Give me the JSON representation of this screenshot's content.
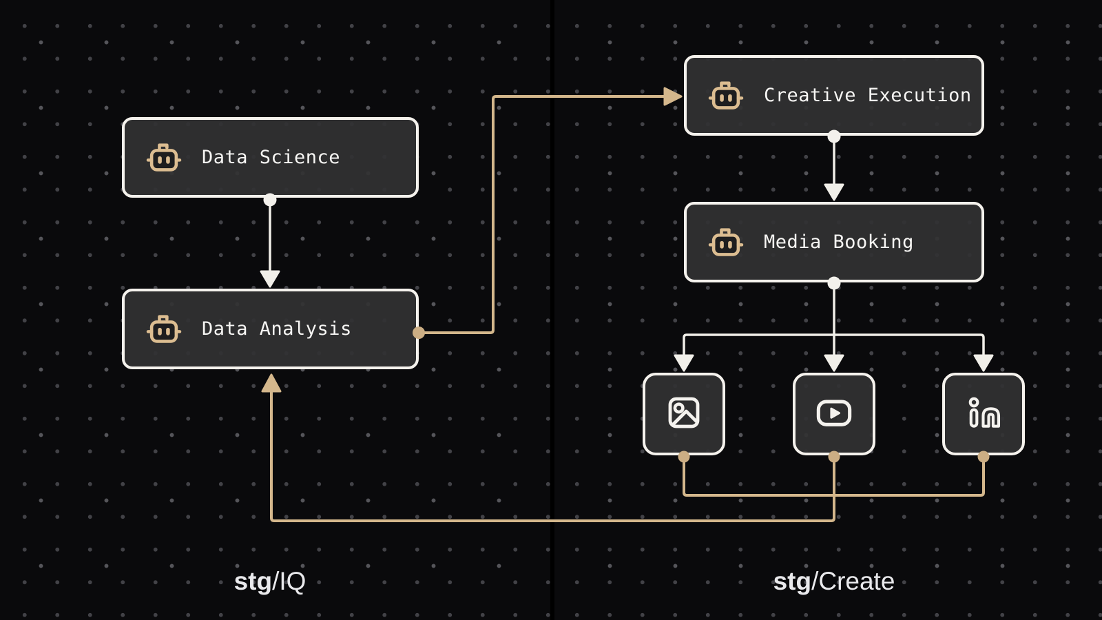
{
  "colors": {
    "background": "#0a0a0c",
    "panel_divider": "#000000",
    "dot_grid": "#47474b",
    "node_fill": "#313133",
    "node_border": "#f5f2ed",
    "edge_white": "#f1efe9",
    "edge_tan": "#d4b78c",
    "robot_icon_tan": "#dcbd91",
    "node_text": "#f7f6f4",
    "footer_text": "#e9e9ec"
  },
  "nodes": [
    {
      "id": "data-science",
      "label": "Data Science",
      "icon": "bot-icon"
    },
    {
      "id": "data-analysis",
      "label": "Data Analysis",
      "icon": "bot-icon"
    },
    {
      "id": "creative-execution",
      "label": "Creative Execution",
      "icon": "bot-icon"
    },
    {
      "id": "media-booking",
      "label": "Media Booking",
      "icon": "bot-icon"
    }
  ],
  "channels": [
    {
      "id": "image-channel",
      "icon": "image-icon"
    },
    {
      "id": "video-channel",
      "icon": "video-play-icon"
    },
    {
      "id": "linkedin-channel",
      "icon": "linkedin-icon"
    }
  ],
  "edges": [
    {
      "from": "data-science",
      "to": "data-analysis",
      "color": "white"
    },
    {
      "from": "data-analysis",
      "to": "creative-execution",
      "color": "tan"
    },
    {
      "from": "creative-execution",
      "to": "media-booking",
      "color": "white"
    },
    {
      "from": "media-booking",
      "to": "image-channel",
      "color": "white"
    },
    {
      "from": "media-booking",
      "to": "video-channel",
      "color": "white"
    },
    {
      "from": "media-booking",
      "to": "linkedin-channel",
      "color": "white"
    },
    {
      "from": "image-channel",
      "to": "data-analysis",
      "color": "tan"
    },
    {
      "from": "video-channel",
      "to": "data-analysis",
      "color": "tan"
    },
    {
      "from": "linkedin-channel",
      "to": "data-analysis",
      "color": "tan"
    }
  ],
  "footer_labels": [
    {
      "bold": "stg",
      "rest": "/IQ"
    },
    {
      "bold": "stg",
      "rest": "/Create"
    }
  ]
}
